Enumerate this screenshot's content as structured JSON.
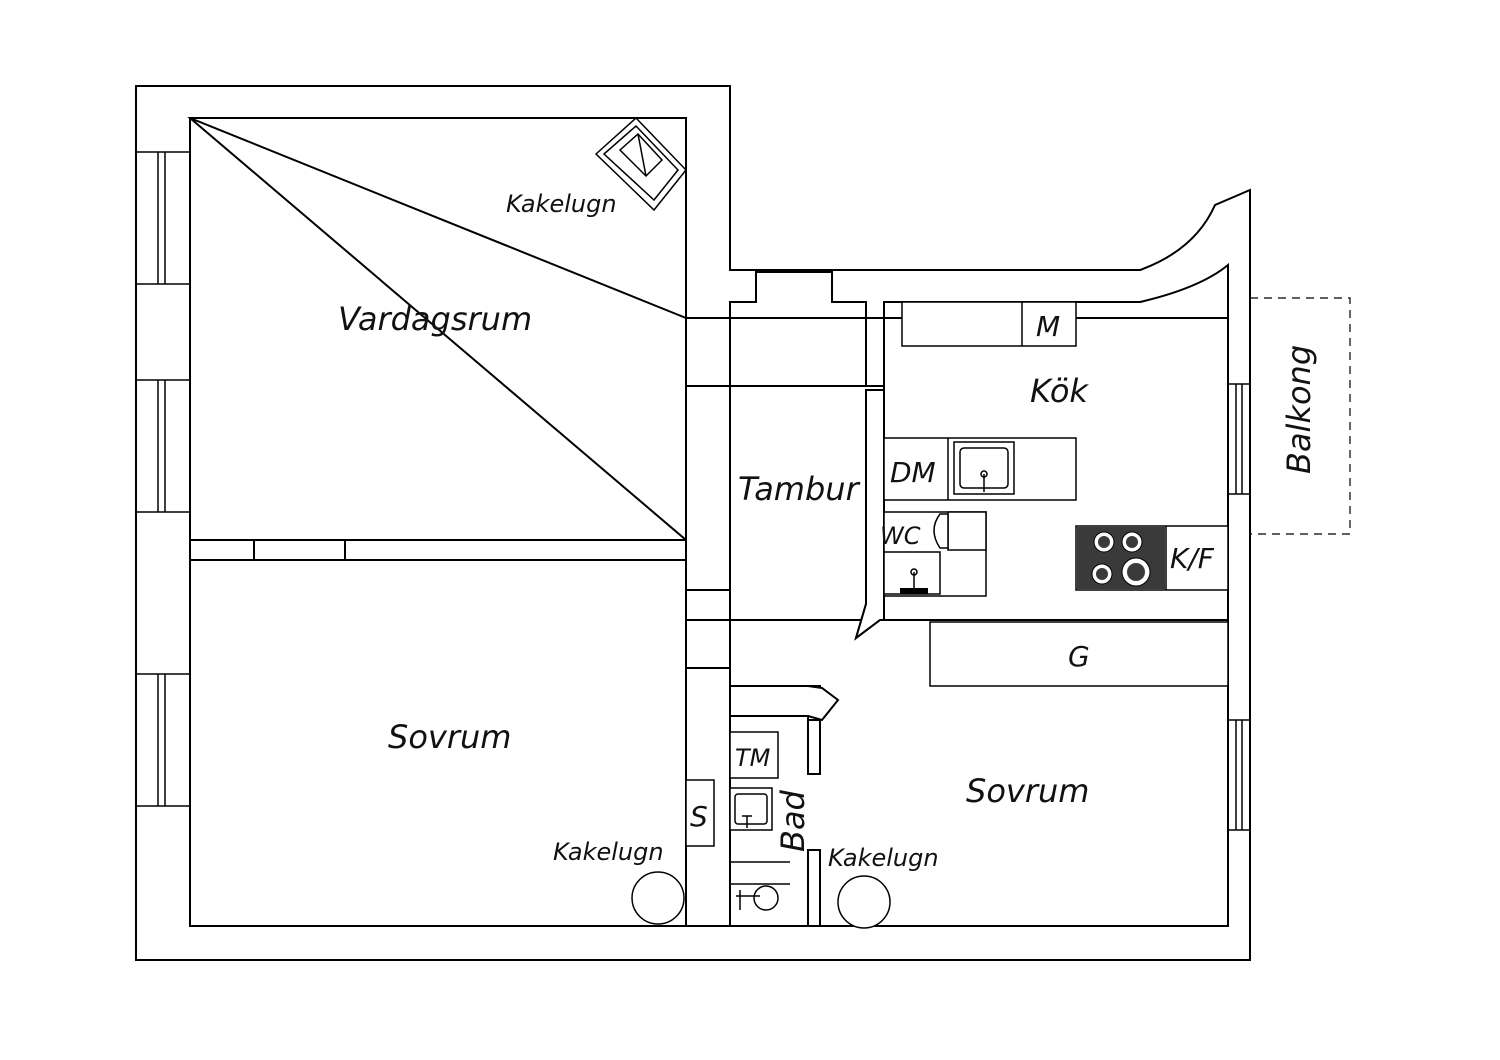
{
  "rooms": {
    "vardagsrum": "Vardagsrum",
    "kok": "Kök",
    "tambur": "Tambur",
    "sovrum_1": "Sovrum",
    "sovrum_2": "Sovrum",
    "bad": "Bad",
    "wc": "WC",
    "balkong": "Balkong"
  },
  "fixtures": {
    "kakelugn_1": "Kakelugn",
    "kakelugn_2": "Kakelugn",
    "kakelugn_3": "Kakelugn",
    "microwave": "M",
    "dishwasher": "DM",
    "fridge_freezer": "K/F",
    "wardrobe": "G",
    "washing_machine": "TM",
    "closet": "S"
  },
  "colors": {
    "wall_stroke": "#000000",
    "wall_fill": "#ffffff",
    "stove": "#3a3a3a",
    "text": "#111111"
  },
  "icons": [
    "tile-stove-icon",
    "sink-icon",
    "toilet-icon",
    "stove-icon",
    "shower-icon",
    "window-icon"
  ]
}
